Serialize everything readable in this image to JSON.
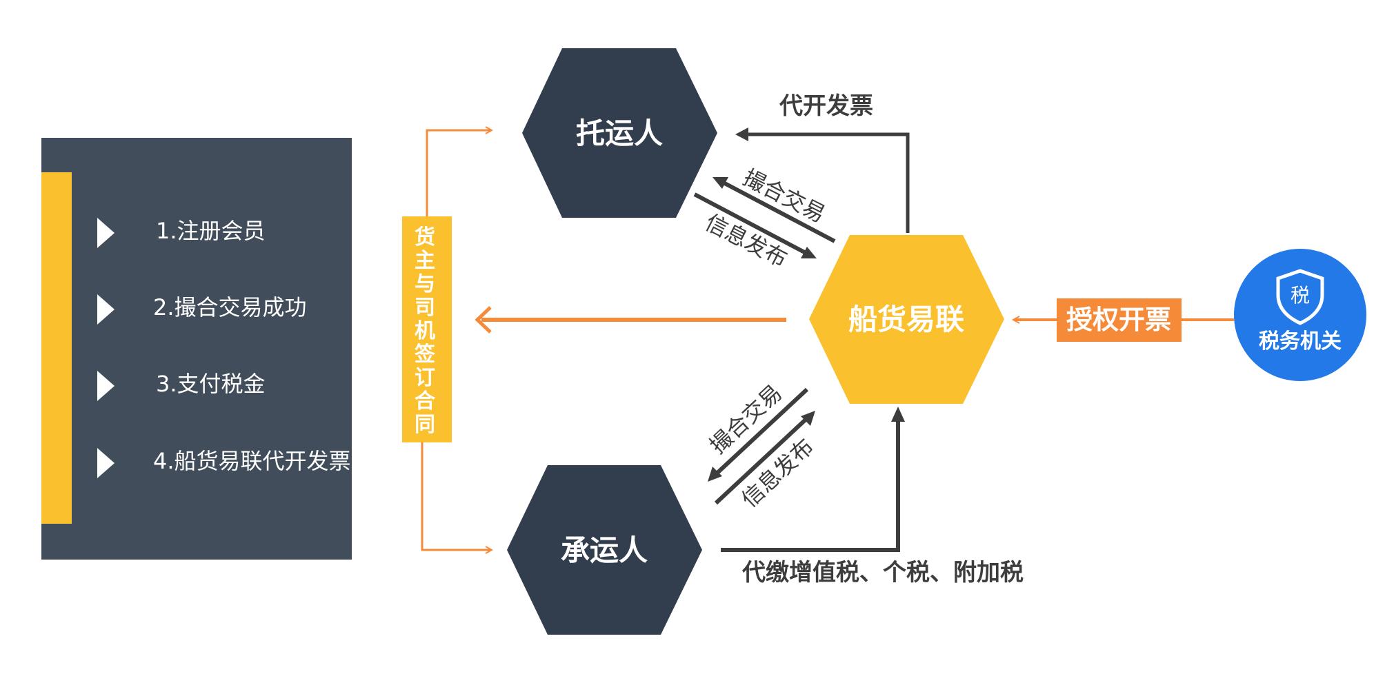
{
  "steps_panel": {
    "items": [
      {
        "label": "1.注册会员"
      },
      {
        "label": "2.撮合交易成功"
      },
      {
        "label": "3.支付税金"
      },
      {
        "label": "4.船货易联代开发票"
      }
    ]
  },
  "contract_label": "货主与司机签订合同",
  "nodes": {
    "shipper": "托运人",
    "carrier": "承运人",
    "platform": "船货易联",
    "tax_authority": "税务机关"
  },
  "edges": {
    "invoice_on_behalf": "代开发票",
    "match_trade_top": "撮合交易",
    "info_release_top": "信息发布",
    "match_trade_bottom": "撮合交易",
    "info_release_bottom": "信息发布",
    "tax_payment": "代缴增值税、个税、附加税",
    "authorize_invoice": "授权开票"
  },
  "icons": {
    "tax_badge_char": "税",
    "tax_badge": "shield-icon"
  },
  "colors": {
    "dark_navy": "#323E4E",
    "panel_bg": "#414D5A",
    "yellow": "#FBC02D",
    "orange": "#F58A38",
    "blue": "#2479E8",
    "arrow_gray": "#3D3D3D"
  }
}
